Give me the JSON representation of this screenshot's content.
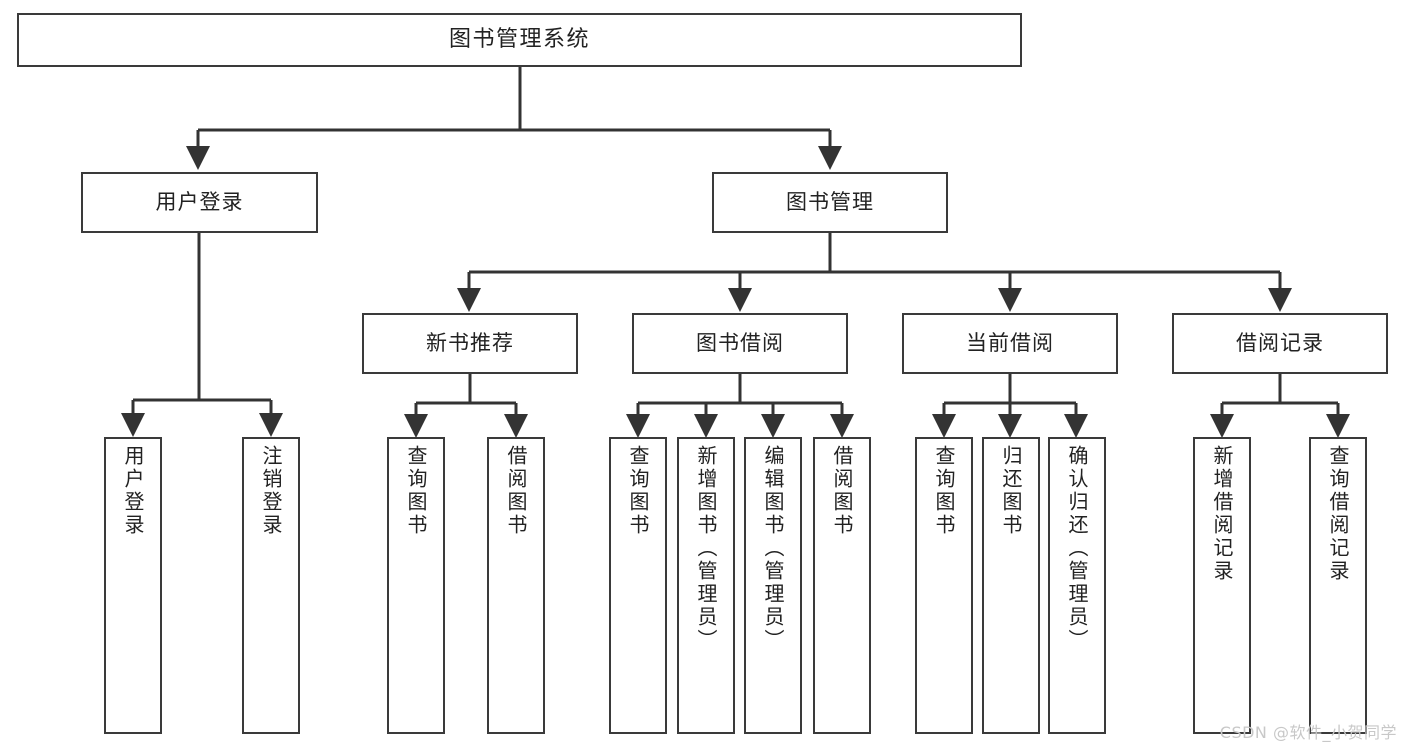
{
  "diagram": {
    "title": "图书管理系统",
    "type": "tree-hierarchy-chart",
    "watermark": "CSDN @软件_小贺同学",
    "colors": {
      "node_border": "#3a3a3a",
      "node_fill": "#ffffff",
      "edge": "#333333",
      "text": "#222222",
      "watermark": "#c8c8c8"
    },
    "nodes": {
      "root": {
        "label": "图书管理系统"
      },
      "level2": [
        {
          "id": "user-login",
          "label": "用户登录"
        },
        {
          "id": "book-manage",
          "label": "图书管理"
        }
      ],
      "level3": [
        {
          "id": "new-book-recommend",
          "label": "新书推荐"
        },
        {
          "id": "book-borrow",
          "label": "图书借阅"
        },
        {
          "id": "current-borrow",
          "label": "当前借阅"
        },
        {
          "id": "borrow-record",
          "label": "借阅记录"
        }
      ],
      "leaves": {
        "user_login": [
          {
            "id": "leaf-user-login",
            "label": "用户登录"
          },
          {
            "id": "leaf-logout-login",
            "label": "注销登录"
          }
        ],
        "new_book_recommend": [
          {
            "id": "leaf-query-book-1",
            "label": "查询图书"
          },
          {
            "id": "leaf-borrow-book-1",
            "label": "借阅图书"
          }
        ],
        "book_borrow": [
          {
            "id": "leaf-query-book-2",
            "label": "查询图书"
          },
          {
            "id": "leaf-add-book",
            "label": "新增图书（管理员）"
          },
          {
            "id": "leaf-edit-book",
            "label": "编辑图书（管理员）"
          },
          {
            "id": "leaf-borrow-book-2",
            "label": "借阅图书"
          }
        ],
        "current_borrow": [
          {
            "id": "leaf-query-book-3",
            "label": "查询图书"
          },
          {
            "id": "leaf-return-book",
            "label": "归还图书"
          },
          {
            "id": "leaf-confirm-return",
            "label": "确认归还（管理员）"
          }
        ],
        "borrow_record": [
          {
            "id": "leaf-add-borrow-record",
            "label": "新增借阅记录"
          },
          {
            "id": "leaf-query-borrow-record",
            "label": "查询借阅记录"
          }
        ]
      }
    }
  }
}
